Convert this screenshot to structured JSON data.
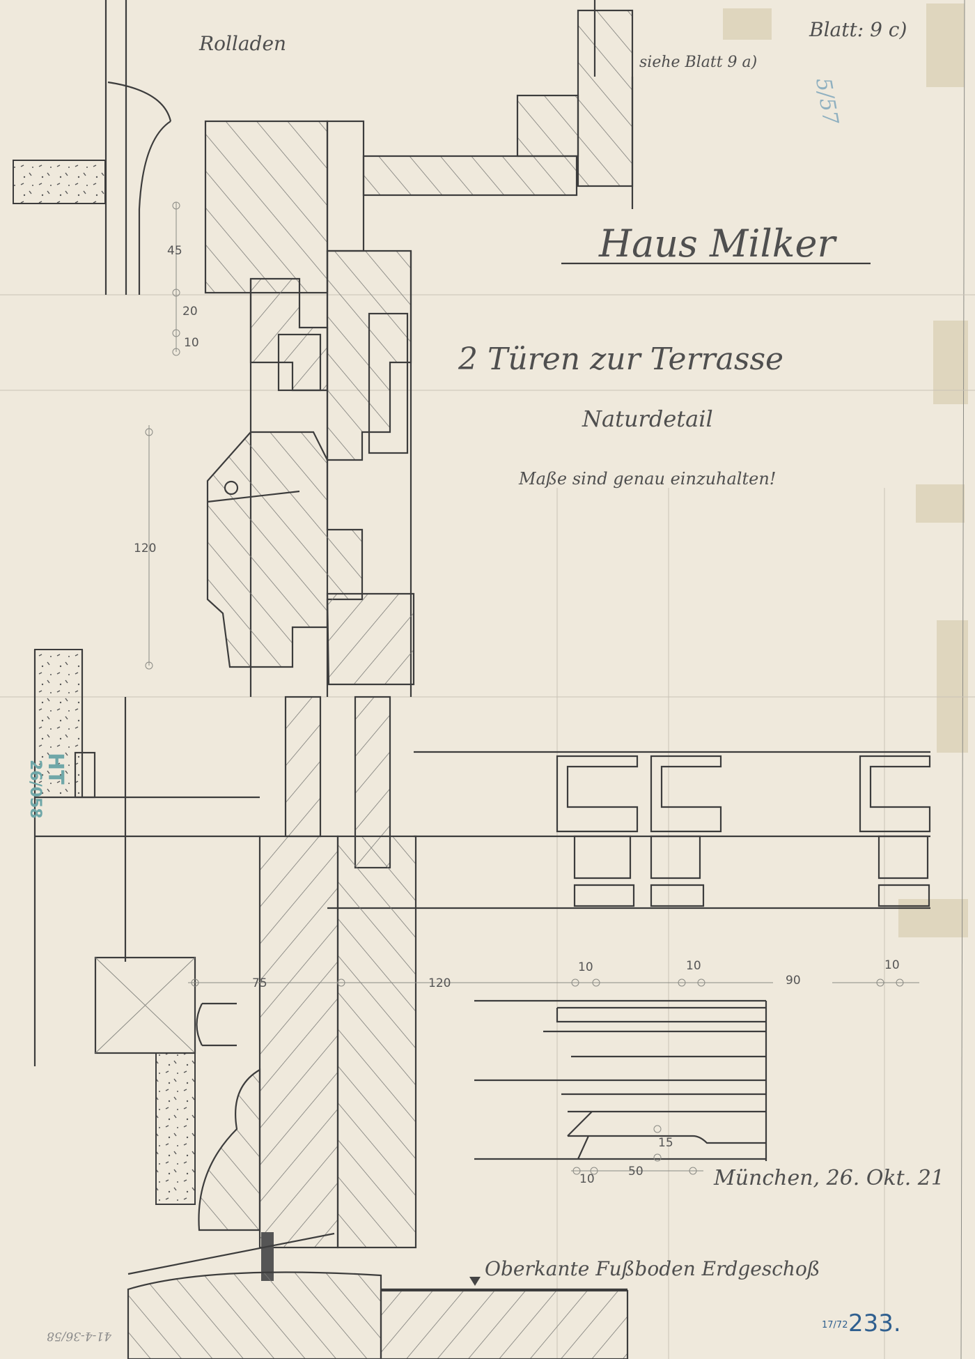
{
  "sheet": {
    "sheet_number": "Blatt: 9 c)",
    "reference_note": "siehe Blatt 9 a)",
    "pencil_mark_top": "5/57",
    "label_rolladen": "Rolladen",
    "title": "Haus Milker",
    "subtitle": "2 Türen zur Terrasse",
    "detail_type": "Naturdetail",
    "instruction": "Maße sind genau einzuhalten!",
    "place_date": "München, 26. Okt. 21",
    "floor_label": "Oberkante Fußboden Erdgeschoß",
    "archive_prefix": "17/72",
    "archive_number": "233.",
    "stamp_letters": "HT",
    "stamp_number": "26/058",
    "inventory_mark": "41-4-36/58"
  },
  "dimensions": {
    "d45": "45",
    "d20": "20",
    "d10_left": "10",
    "d120_left": "120",
    "d75": "75",
    "d120_mid": "120",
    "d10_a": "10",
    "d10_b": "10",
    "d90": "90",
    "d10_c": "10",
    "d15": "15",
    "d10_bottom": "10",
    "d50": "50"
  },
  "colors": {
    "paper": "#efe9dc",
    "pencil": "#3c3c3c",
    "stamp": "#6fa7a8",
    "ink": "#2f5f8f"
  }
}
